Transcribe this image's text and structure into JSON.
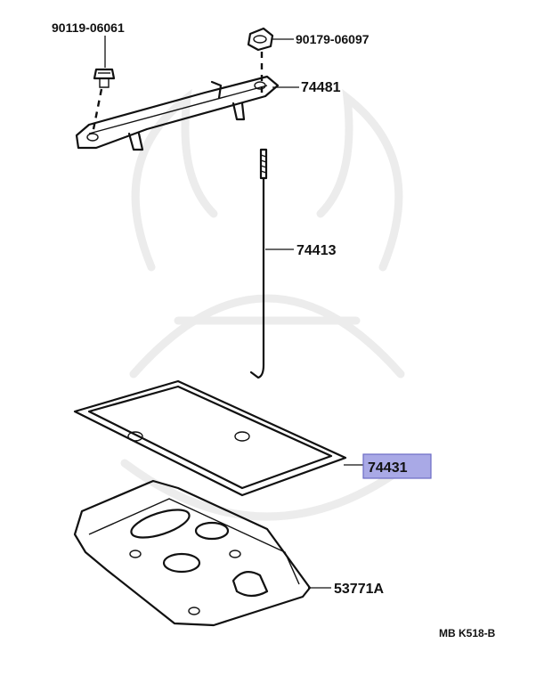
{
  "parts": {
    "bolt_upper_left": "90119-06061",
    "nut_upper_right": "90179-06097",
    "clamp": "74481",
    "hold_down_rod": "74413",
    "tray": "74431",
    "base_plate": "53771A"
  },
  "reference_code": "MB K518-B",
  "colors": {
    "highlight_fill": "#a9a9e6",
    "highlight_border": "#6b6bc4",
    "line": "#111111"
  }
}
